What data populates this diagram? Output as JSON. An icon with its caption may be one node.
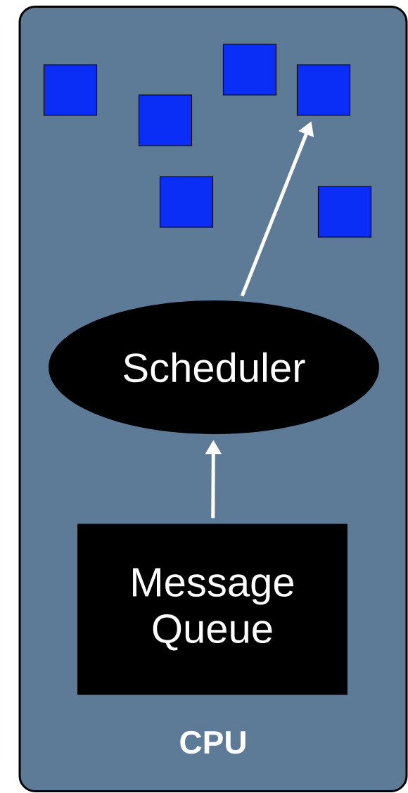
{
  "diagram": {
    "nodes": [
      {
        "text": [
          "CPU"
        ]
      },
      {
        "text": [],
        "shape": "box",
        "in": 0
      },
      {
        "text": [],
        "shape": "box",
        "in": 0
      },
      {
        "text": [],
        "shape": "box",
        "in": 0
      },
      {
        "text": [],
        "shape": "box",
        "in": 0
      },
      {
        "text": [],
        "shape": "box",
        "in": 0
      },
      {
        "text": [],
        "shape": "box",
        "in": 0
      },
      {
        "text": [
          "Scheduler"
        ],
        "in": 0
      },
      {
        "text": [
          "Message Queue"
        ],
        "in": 0
      }
    ],
    "edges": [
      {
        "from": 8,
        "to": 7,
        "arrow": "to"
      },
      {
        "from": 7,
        "to": 5,
        "arrow": "to"
      }
    ]
  }
}
